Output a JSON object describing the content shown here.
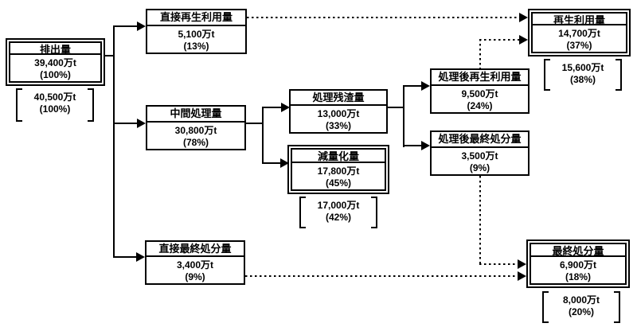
{
  "diagram": {
    "title_hint": "industrial-waste-flow",
    "colors": {
      "line": "#000000",
      "background": "#ffffff",
      "text": "#000000"
    },
    "boxes": {
      "emissions": {
        "title": "排出量",
        "amount": "39,400万t",
        "percent": "(100%)"
      },
      "direct_recycling": {
        "title": "直接再生利用量",
        "amount": "5,100万t",
        "percent": "(13%)"
      },
      "intermediate_treatment": {
        "title": "中間処理量",
        "amount": "30,800万t",
        "percent": "(78%)"
      },
      "direct_final_disposal": {
        "title": "直接最終処分量",
        "amount": "3,400万t",
        "percent": "(9%)"
      },
      "treatment_residue": {
        "title": "処理残渣量",
        "amount": "13,000万t",
        "percent": "(33%)"
      },
      "volume_reduction": {
        "title": "減量化量",
        "amount": "17,800万t",
        "percent": "(45%)"
      },
      "post_treatment_recycling": {
        "title": "処理後再生利用量",
        "amount": "9,500万t",
        "percent": "(24%)"
      },
      "post_treatment_final_disposal": {
        "title": "処理後最終処分量",
        "amount": "3,500万t",
        "percent": "(9%)"
      },
      "recycling_total": {
        "title": "再生利用量",
        "amount": "14,700万t",
        "percent": "(37%)"
      },
      "final_disposal_total": {
        "title": "最終処分量",
        "amount": "6,900万t",
        "percent": "(18%)"
      }
    },
    "brackets": {
      "emissions_alt": {
        "amount": "40,500万t",
        "percent": "(100%)"
      },
      "volume_reduction_alt": {
        "amount": "17,000万t",
        "percent": "(42%)"
      },
      "recycling_total_alt": {
        "amount": "15,600万t",
        "percent": "(38%)"
      },
      "final_disposal_total_alt": {
        "amount": "8,000万t",
        "percent": "(20%)"
      }
    },
    "flows": [
      {
        "from": "排出量",
        "to": "直接再生利用量",
        "style": "solid"
      },
      {
        "from": "排出量",
        "to": "中間処理量",
        "style": "solid"
      },
      {
        "from": "排出量",
        "to": "直接最終処分量",
        "style": "solid"
      },
      {
        "from": "中間処理量",
        "to": "処理残渣量",
        "style": "solid"
      },
      {
        "from": "中間処理量",
        "to": "減量化量",
        "style": "solid"
      },
      {
        "from": "処理残渣量",
        "to": "処理後再生利用量",
        "style": "solid"
      },
      {
        "from": "処理残渣量",
        "to": "処理後最終処分量",
        "style": "solid"
      },
      {
        "from": "直接再生利用量",
        "to": "再生利用量",
        "style": "dotted"
      },
      {
        "from": "処理後再生利用量",
        "to": "再生利用量",
        "style": "dotted"
      },
      {
        "from": "処理後最終処分量",
        "to": "最終処分量",
        "style": "dotted"
      },
      {
        "from": "直接最終処分量",
        "to": "最終処分量",
        "style": "dotted"
      }
    ]
  }
}
